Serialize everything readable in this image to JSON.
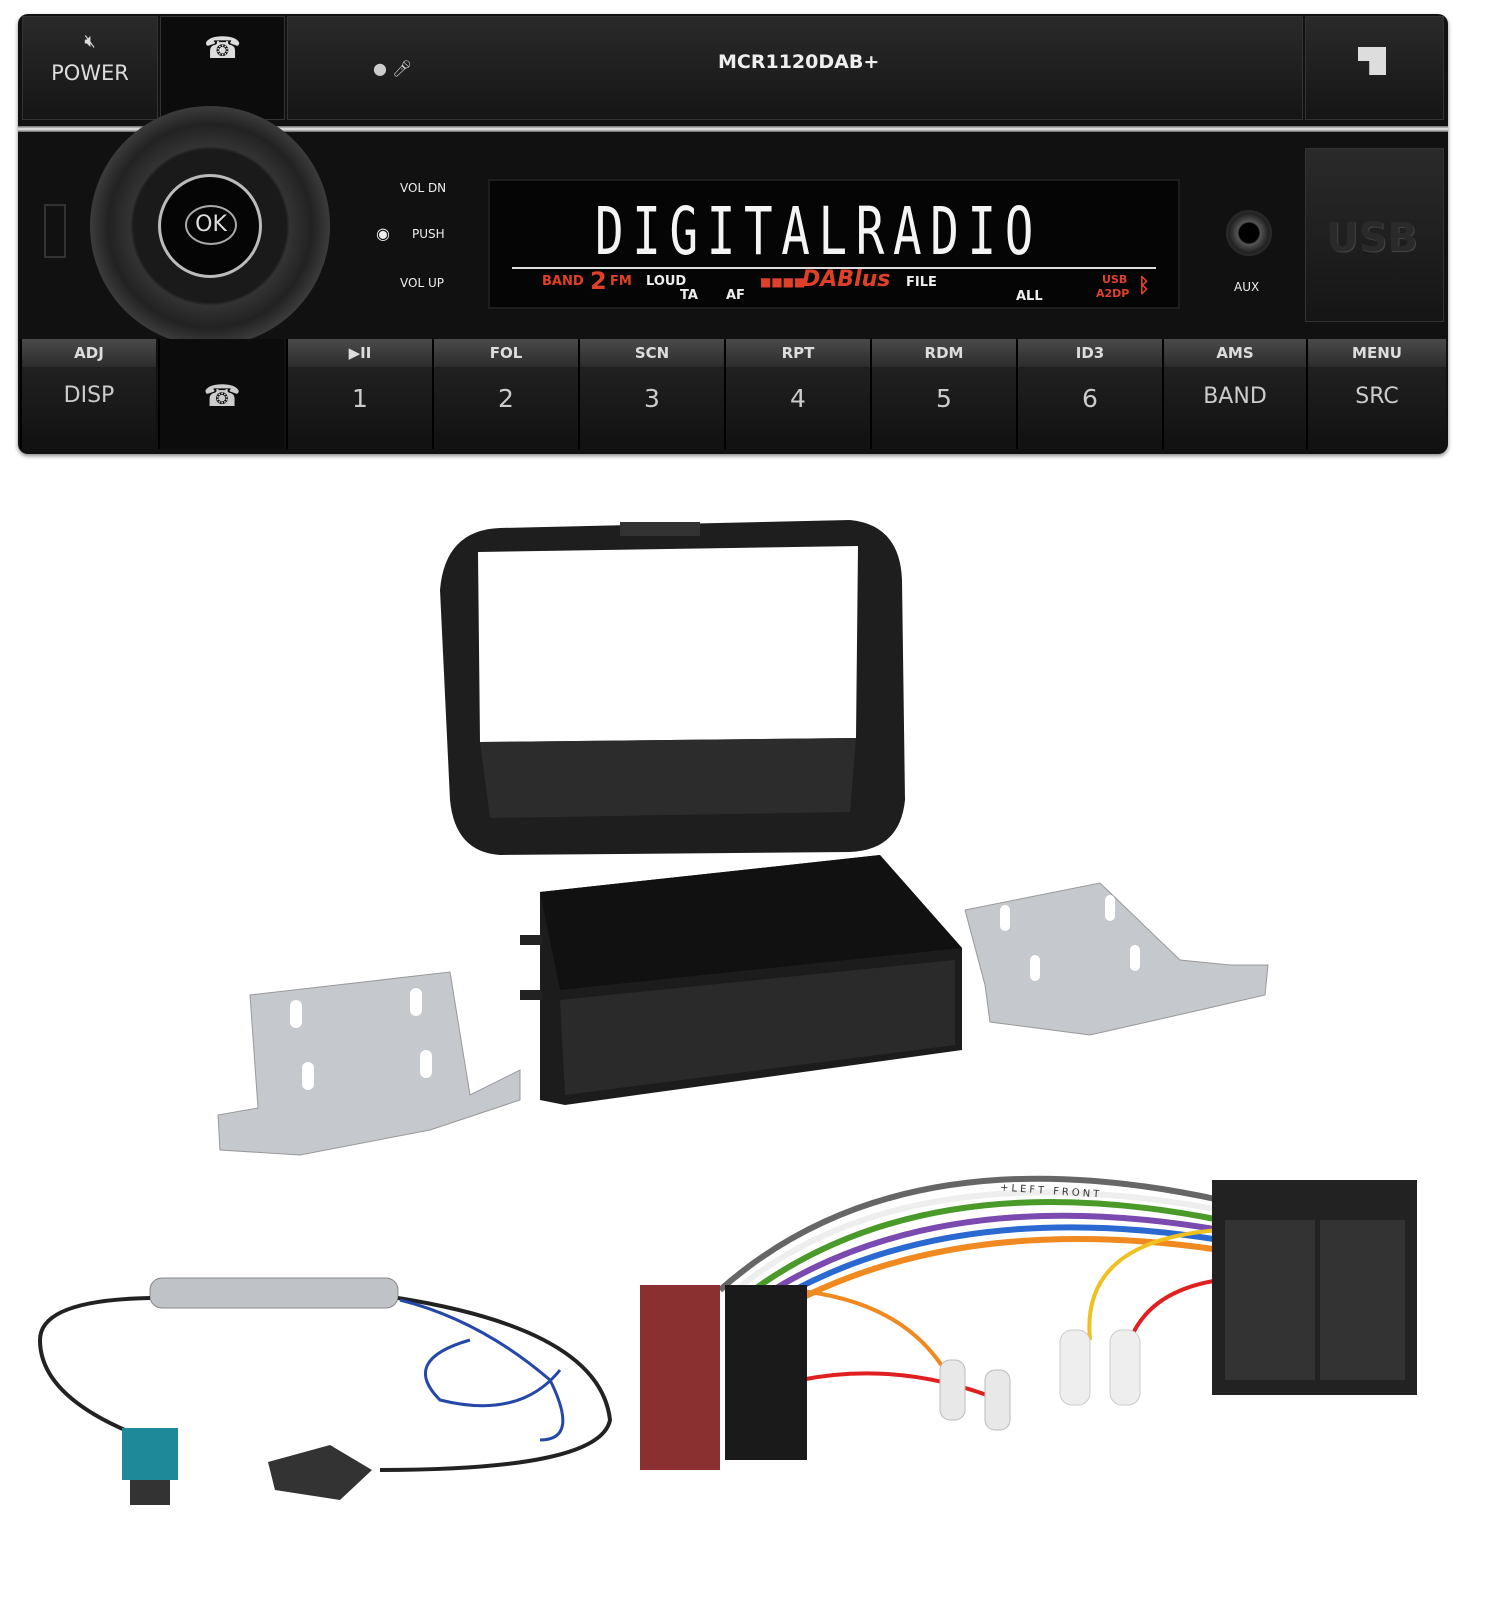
{
  "radio": {
    "model": "MCR1120DAB+",
    "power_label": "POWER",
    "display_text": "DIGITALRADIO",
    "indicators": {
      "band": "BAND",
      "band_num": "2",
      "fm": "FM",
      "loud": "LOUD",
      "ta": "TA",
      "af": "AF",
      "dab": "DABlus",
      "file": "FILE",
      "all": "ALL",
      "usb": "USB",
      "a2dp": "A2DP"
    },
    "knob_label": "OK",
    "vol_dn": "VOL DN",
    "push": "PUSH",
    "vol_up": "VOL UP",
    "aux": "AUX",
    "usb_port": "USB",
    "buttons": [
      {
        "top": "ADJ",
        "main": "DISP"
      },
      {
        "top": "▶II",
        "main": "1"
      },
      {
        "top": "FOL",
        "main": "2"
      },
      {
        "top": "SCN",
        "main": "3"
      },
      {
        "top": "RPT",
        "main": "4"
      },
      {
        "top": "RDM",
        "main": "5"
      },
      {
        "top": "ID3",
        "main": "6"
      },
      {
        "top": "AMS",
        "main": "BAND"
      },
      {
        "top": "MENU",
        "main": "SRC"
      }
    ],
    "colors": {
      "display_red": "#e0402a",
      "body": "#111111"
    }
  },
  "harness": {
    "wire_print": "+LEFT FRONT"
  }
}
